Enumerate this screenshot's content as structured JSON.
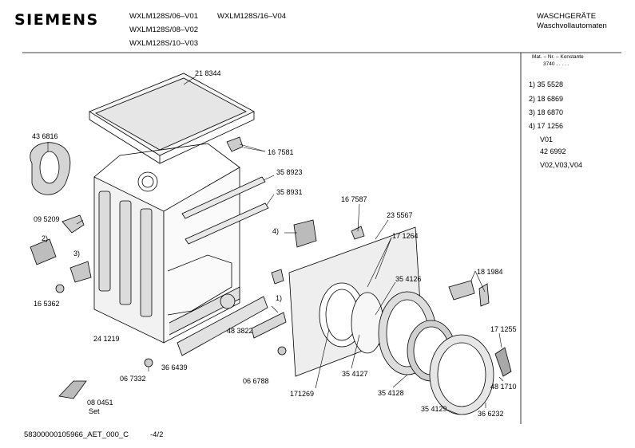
{
  "header": {
    "brand": "SIEMENS",
    "models": [
      "WXLM128S/06–V01",
      "WXLM128S/16–V04",
      "WXLM128S/08–V02",
      "WXLM128S/10–V03"
    ],
    "category_line1": "WASCHGERÄTE",
    "category_line2": "Waschvollautomaten"
  },
  "sidebar": {
    "header_line1": "Mat. – Nr. – Konstante",
    "header_line2": "3740  .  .  .  .  .",
    "entries": [
      "1) 35 5528",
      "2) 18 6869",
      "3) 18 6870",
      "4) 17 1256",
      "V01",
      "42 6992",
      "V02,V03,V04"
    ]
  },
  "parts": {
    "p218344": "21 8344",
    "p436816": "43 6816",
    "p167581": "16 7581",
    "p358923": "35 8923",
    "p358931": "35 8931",
    "p095209": "09 5209",
    "m2": "2)",
    "m3": "3)",
    "m4": "4)",
    "m1": "1)",
    "p167587": "16 7587",
    "p235567": "23 5567",
    "p171264": "17 1264",
    "p165362": "16 5362",
    "p181984": "18 1984",
    "p354126": "35 4126",
    "p241219": "24 1219",
    "p483822": "48 3822",
    "p171255": "17 1255",
    "p366439": "36 6439",
    "p067332": "06 7332",
    "p066788": "06 6788",
    "p171269": "171269",
    "p354127": "35 4127",
    "p354128": "35 4128",
    "p481710": "48 1710",
    "p080451": "08 0451",
    "set": "Set",
    "p354129": "35 4129",
    "p366232": "36 6232"
  },
  "footer": {
    "doc_id": "58300000105966_AET_000_C",
    "page": "-4/2"
  }
}
